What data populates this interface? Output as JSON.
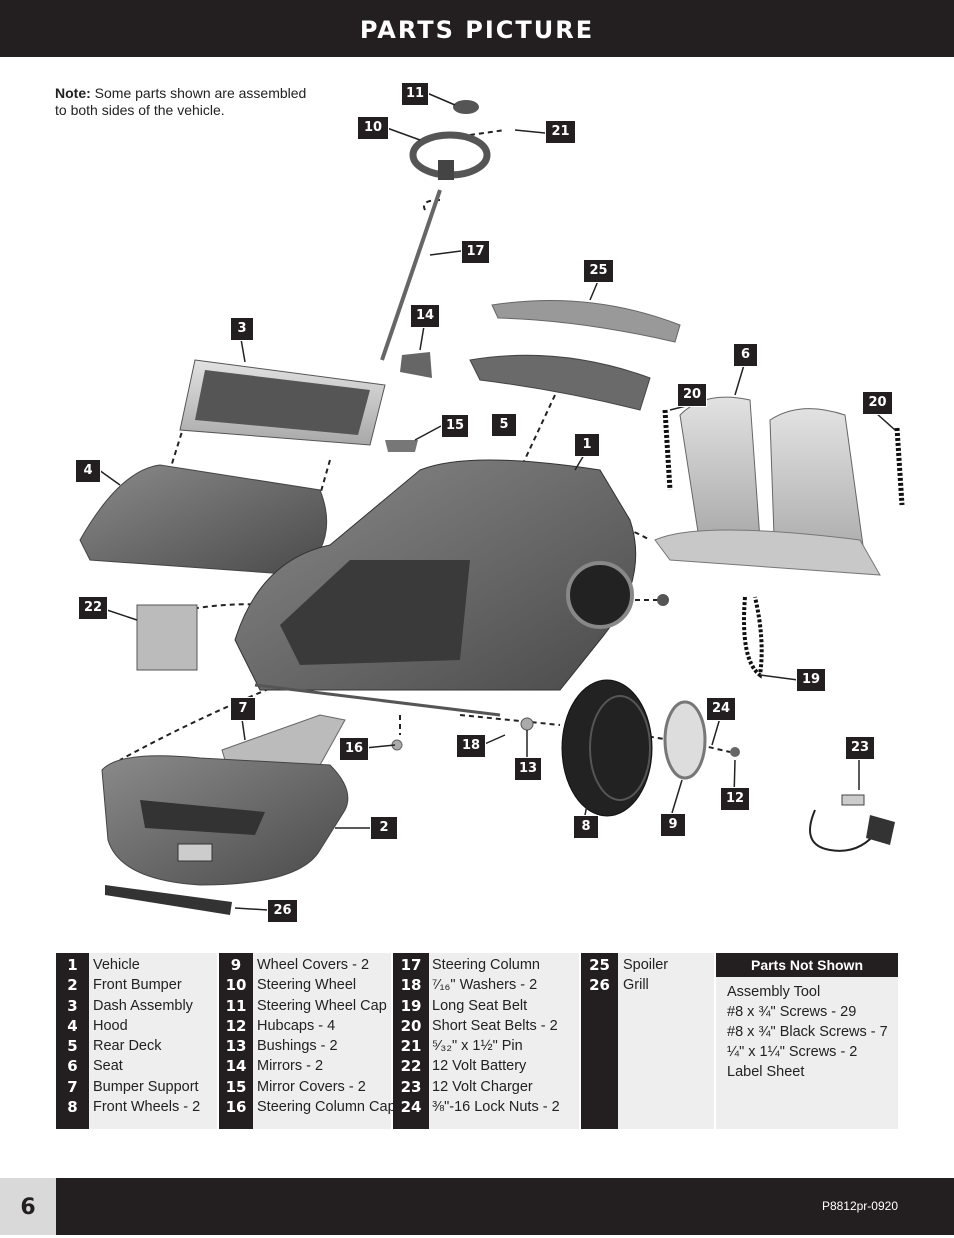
{
  "title": "PARTS PICTURE",
  "note": {
    "label": "Note:",
    "text": " Some parts shown are assembled to both sides of the vehicle."
  },
  "callouts": [
    "11",
    "10",
    "21",
    "17",
    "25",
    "3",
    "14",
    "6",
    "20",
    "20",
    "15",
    "5",
    "1",
    "4",
    "22",
    "19",
    "7",
    "24",
    "16",
    "18",
    "23",
    "13",
    "12",
    "2",
    "8",
    "9",
    "26"
  ],
  "parts": {
    "col1": [
      {
        "num": "1",
        "name": "Vehicle"
      },
      {
        "num": "2",
        "name": "Front Bumper"
      },
      {
        "num": "3",
        "name": "Dash Assembly"
      },
      {
        "num": "4",
        "name": "Hood"
      },
      {
        "num": "5",
        "name": "Rear Deck"
      },
      {
        "num": "6",
        "name": "Seat"
      },
      {
        "num": "7",
        "name": "Bumper Support"
      },
      {
        "num": "8",
        "name": "Front Wheels - 2"
      }
    ],
    "col2": [
      {
        "num": "9",
        "name": "Wheel Covers - 2"
      },
      {
        "num": "10",
        "name": "Steering Wheel"
      },
      {
        "num": "11",
        "name": "Steering Wheel Cap"
      },
      {
        "num": "12",
        "name": "Hubcaps - 4"
      },
      {
        "num": "13",
        "name": "Bushings - 2"
      },
      {
        "num": "14",
        "name": "Mirrors - 2"
      },
      {
        "num": "15",
        "name": "Mirror Covers - 2"
      },
      {
        "num": "16",
        "name": "Steering Column Cap"
      }
    ],
    "col3": [
      {
        "num": "17",
        "name": "Steering Column"
      },
      {
        "num": "18",
        "name": "⁷⁄₁₆\" Washers - 2"
      },
      {
        "num": "19",
        "name": "Long Seat Belt"
      },
      {
        "num": "20",
        "name": "Short Seat Belts - 2"
      },
      {
        "num": "21",
        "name": "⁵⁄₃₂\" x 1½\" Pin"
      },
      {
        "num": "22",
        "name": "12 Volt Battery"
      },
      {
        "num": "23",
        "name": "12 Volt Charger"
      },
      {
        "num": "24",
        "name": "⅜\"-16 Lock Nuts - 2"
      }
    ],
    "col4": [
      {
        "num": "25",
        "name": "Spoiler"
      },
      {
        "num": "26",
        "name": "Grill"
      }
    ]
  },
  "parts_not_shown": {
    "title": "Parts Not Shown",
    "items": [
      "Assembly Tool",
      "#8 x ¾\" Screws - 29",
      "#8 x ¾\" Black Screws - 7",
      "¼\" x 1¼\" Screws - 2",
      "Label Sheet"
    ]
  },
  "footer": {
    "page": "6",
    "code": "P8812pr-0920"
  }
}
